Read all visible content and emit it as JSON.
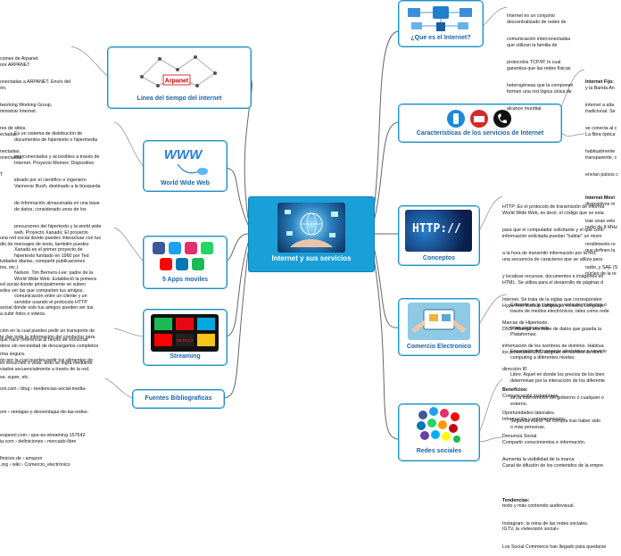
{
  "central": {
    "title": "Internet y sus servicios"
  },
  "nodes": {
    "que_es": "¿Que es el Internet?",
    "caracteristicas": "Características de los servicios de Internet",
    "conceptos": "Conceptos",
    "comercio": "Comercio Electronico",
    "redes": "Redes sociales",
    "linea": "Linea del tiempo del  internet",
    "www": "World Wide Web",
    "apps": "5 Apps moviles",
    "streaming": "Streaming",
    "fuentes": "Fuentes Bibliograficas"
  },
  "image_labels": {
    "arpanet": "Arpanet",
    "www": "WWW",
    "http": "HTTP://",
    "netflix": "NETFLIX"
  },
  "notes": {
    "que_es": [
      "Internet es un conjunto",
      "descentralizado de redes de",
      "comunicación interconectadas",
      "que utilizan la familia de",
      "protocolos TCP/IP, lo cual",
      "garantiza que las redes físicas",
      "heterogéneas que la componen",
      "formen una red lógica única de",
      "alcance mundial."
    ],
    "caracteristicas": [
      "Internet Fijo:",
      "y la Banda An",
      "internet a alta",
      "tradicional. Se",
      "se conecta al c",
      "La fibra óptica",
      "habitualmente",
      "transparente, c",
      "envían pulsos c",
      "",
      "Internet Móvi",
      "dispositivos m",
      "trae unas velo",
      "radio de 8 MHz",
      "rendimiento re",
      "que definen la",
      "radio, y SAE (S",
      "núcleo de la re"
    ],
    "conceptos": [
      "HTTP: Es el protocolo de transmisión de informa",
      "World Wide Web, es decir, el código que se esta",
      "para que el computador solicitante y el que conti",
      "información solicitada puedan \"hablar\" un mism",
      "a la hora de transmitir información por la red.",
      "una secuencia de caracteres que se utiliza para",
      "y localizar recursos, documentos e imágenes en",
      "HTML: Se utiliza para el desarrollo de páginas d",
      "Internet. Se trata de la siglas que corresponden",
      "HyperText Markup Language, es decir, Lenguaje",
      "Marcas de Hipertexto.",
      "DNS: Alberga una base de datos que guarda la",
      "información de los nombres de dominio. Habitua",
      "los protocolos DNS asignan un nombre de domi",
      "dirección IP."
    ],
    "comercio": [
      "Consiste en la compra y venta de productos o",
      "través de medios electrónicos, tales como rede",
      "otras páginas web.",
      "Plataformas:",
      "Encargada del comercio electrónico y servicio",
      "computing a diferentes niveles.",
      "Libre: Aquel en donde los precios de los bien",
      "determinan por la interacción de los diferente",
      "sin la intervención del gobierno o cualquier o",
      "externo.",
      "Segunda mano: Se compra tras haber sido",
      "o más personas."
    ],
    "redes": [
      "Beneficios:",
      "Comunicación instantánea.",
      "Oportunidades laborales.",
      "Información y entretenimiento.",
      "Denuncia Social.",
      "Compartir conocimientos e información.",
      "Aumenta la visibilidad de la marca.",
      "Canal de difusión de los contenidos de la empre",
      "",
      "Tendencias:",
      "texto y más contenido audiovisual.",
      "Instagram, la reina de las redes sociales.",
      "IGTV, la «televisión social»",
      "Los Social Commerce han llegado para quedarse"
    ],
    "linea": [
      "ciones de Arpanet.",
      "ore ARPANET",
      "onectadas a ARPANET. Envío del",
      "ón.",
      "tworking Working Group,",
      "ministrar Internet.",
      "res de sitios.",
      "ectadas.",
      "nectadas.",
      "onectadas.",
      "T"
    ],
    "www": [
      "Es un sistema de distribución de",
      "documentos de hipertexto o hipermedia",
      "interconectados y accesibles a través de",
      "Internet. Proyecto Memex: Dispositivo",
      "ideado por el científico e ingeniero",
      "Vannevar Bush, destinado a la búsqueda",
      "de información almacenada en una base",
      "de datos, considerado unos de los",
      "precursores del hipertexto y la world wide",
      "web. Proyecto Xanadú: El proyecto",
      "Xanadú es el primer proyecto de",
      "hipertexto fundado en 1960 por Ted",
      "Nelson. Tim Berners-Lee: padre de la",
      "World Wide Web. Estableció la primera",
      "comunicación entre un cliente y un",
      "servidor usando el protocolo HTTP"
    ],
    "apps": [
      "una red social donde puedes interactuar con tus",
      "dio de mensajes de texto, también puedes",
      "ividades diarias, compartir publicaciones",
      "tos, etc.).",
      "ed social donde principalmente se suben",
      "edes ver las que comparten tus amigos.",
      "social donde solo tus amigos pueden ver tus",
      "a subir fotos o videos.",
      "ción en la cual puedes pedir un transporte de",
      "te dan toda la información del conductor para",
      "rma segura.",
      "ón por la cual puedes pedir tus alimentos de",
      "se, super, etc."
    ],
    "streaming": [
      "que hace referencia al hecho de escuchar",
      "deos sin necesidad de descargarlos completos",
      "es escuches o veas. Esto se logra mediante",
      "viados secuencialmente a través de la red."
    ],
    "fuentes": [
      "ool.com › blog › tendencias-social-media-",
      "",
      "om › ventajas-y-desventajas-de-las-redes-",
      "",
      "espanol.com › que-es-streaming-157642",
      "ia.com › definiciones › mercado-libre",
      "finicion.de › amazon",
      ".org › wiki › Comercio_electrónico"
    ]
  },
  "colors": {
    "branch_line": "#5a5a5a",
    "node_border": "#1f8fbf",
    "node_title": "#1a63a6",
    "central_bg": "#1aa0d8"
  }
}
